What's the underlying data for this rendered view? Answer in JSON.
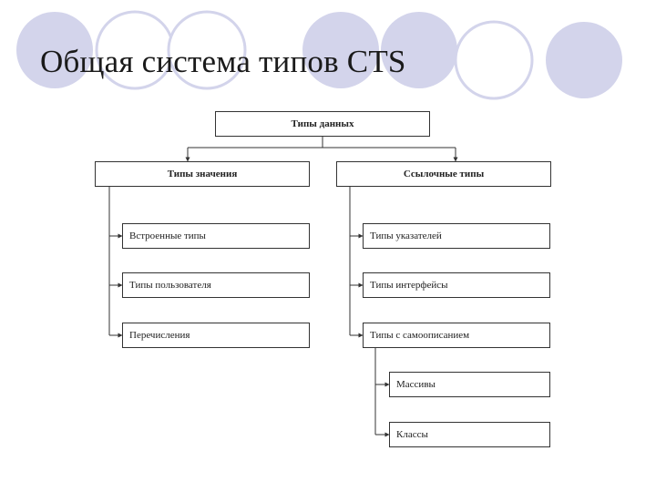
{
  "slide": {
    "title": "Общая система типов CTS"
  },
  "diagram": {
    "root": "Типы данных",
    "value_types": {
      "label": "Типы значения",
      "children": [
        "Встроенные типы",
        "Типы пользователя",
        "Перечисления"
      ]
    },
    "reference_types": {
      "label": "Ссылочные типы",
      "children": [
        "Типы указателей",
        "Типы интерфейсы",
        "Типы с самоописанием"
      ],
      "self_describing_children": [
        "Массивы",
        "Классы"
      ]
    }
  },
  "colors": {
    "circle_fill": "#d3d4eb",
    "line": "#333333",
    "title_text": "#1a1a1a"
  }
}
